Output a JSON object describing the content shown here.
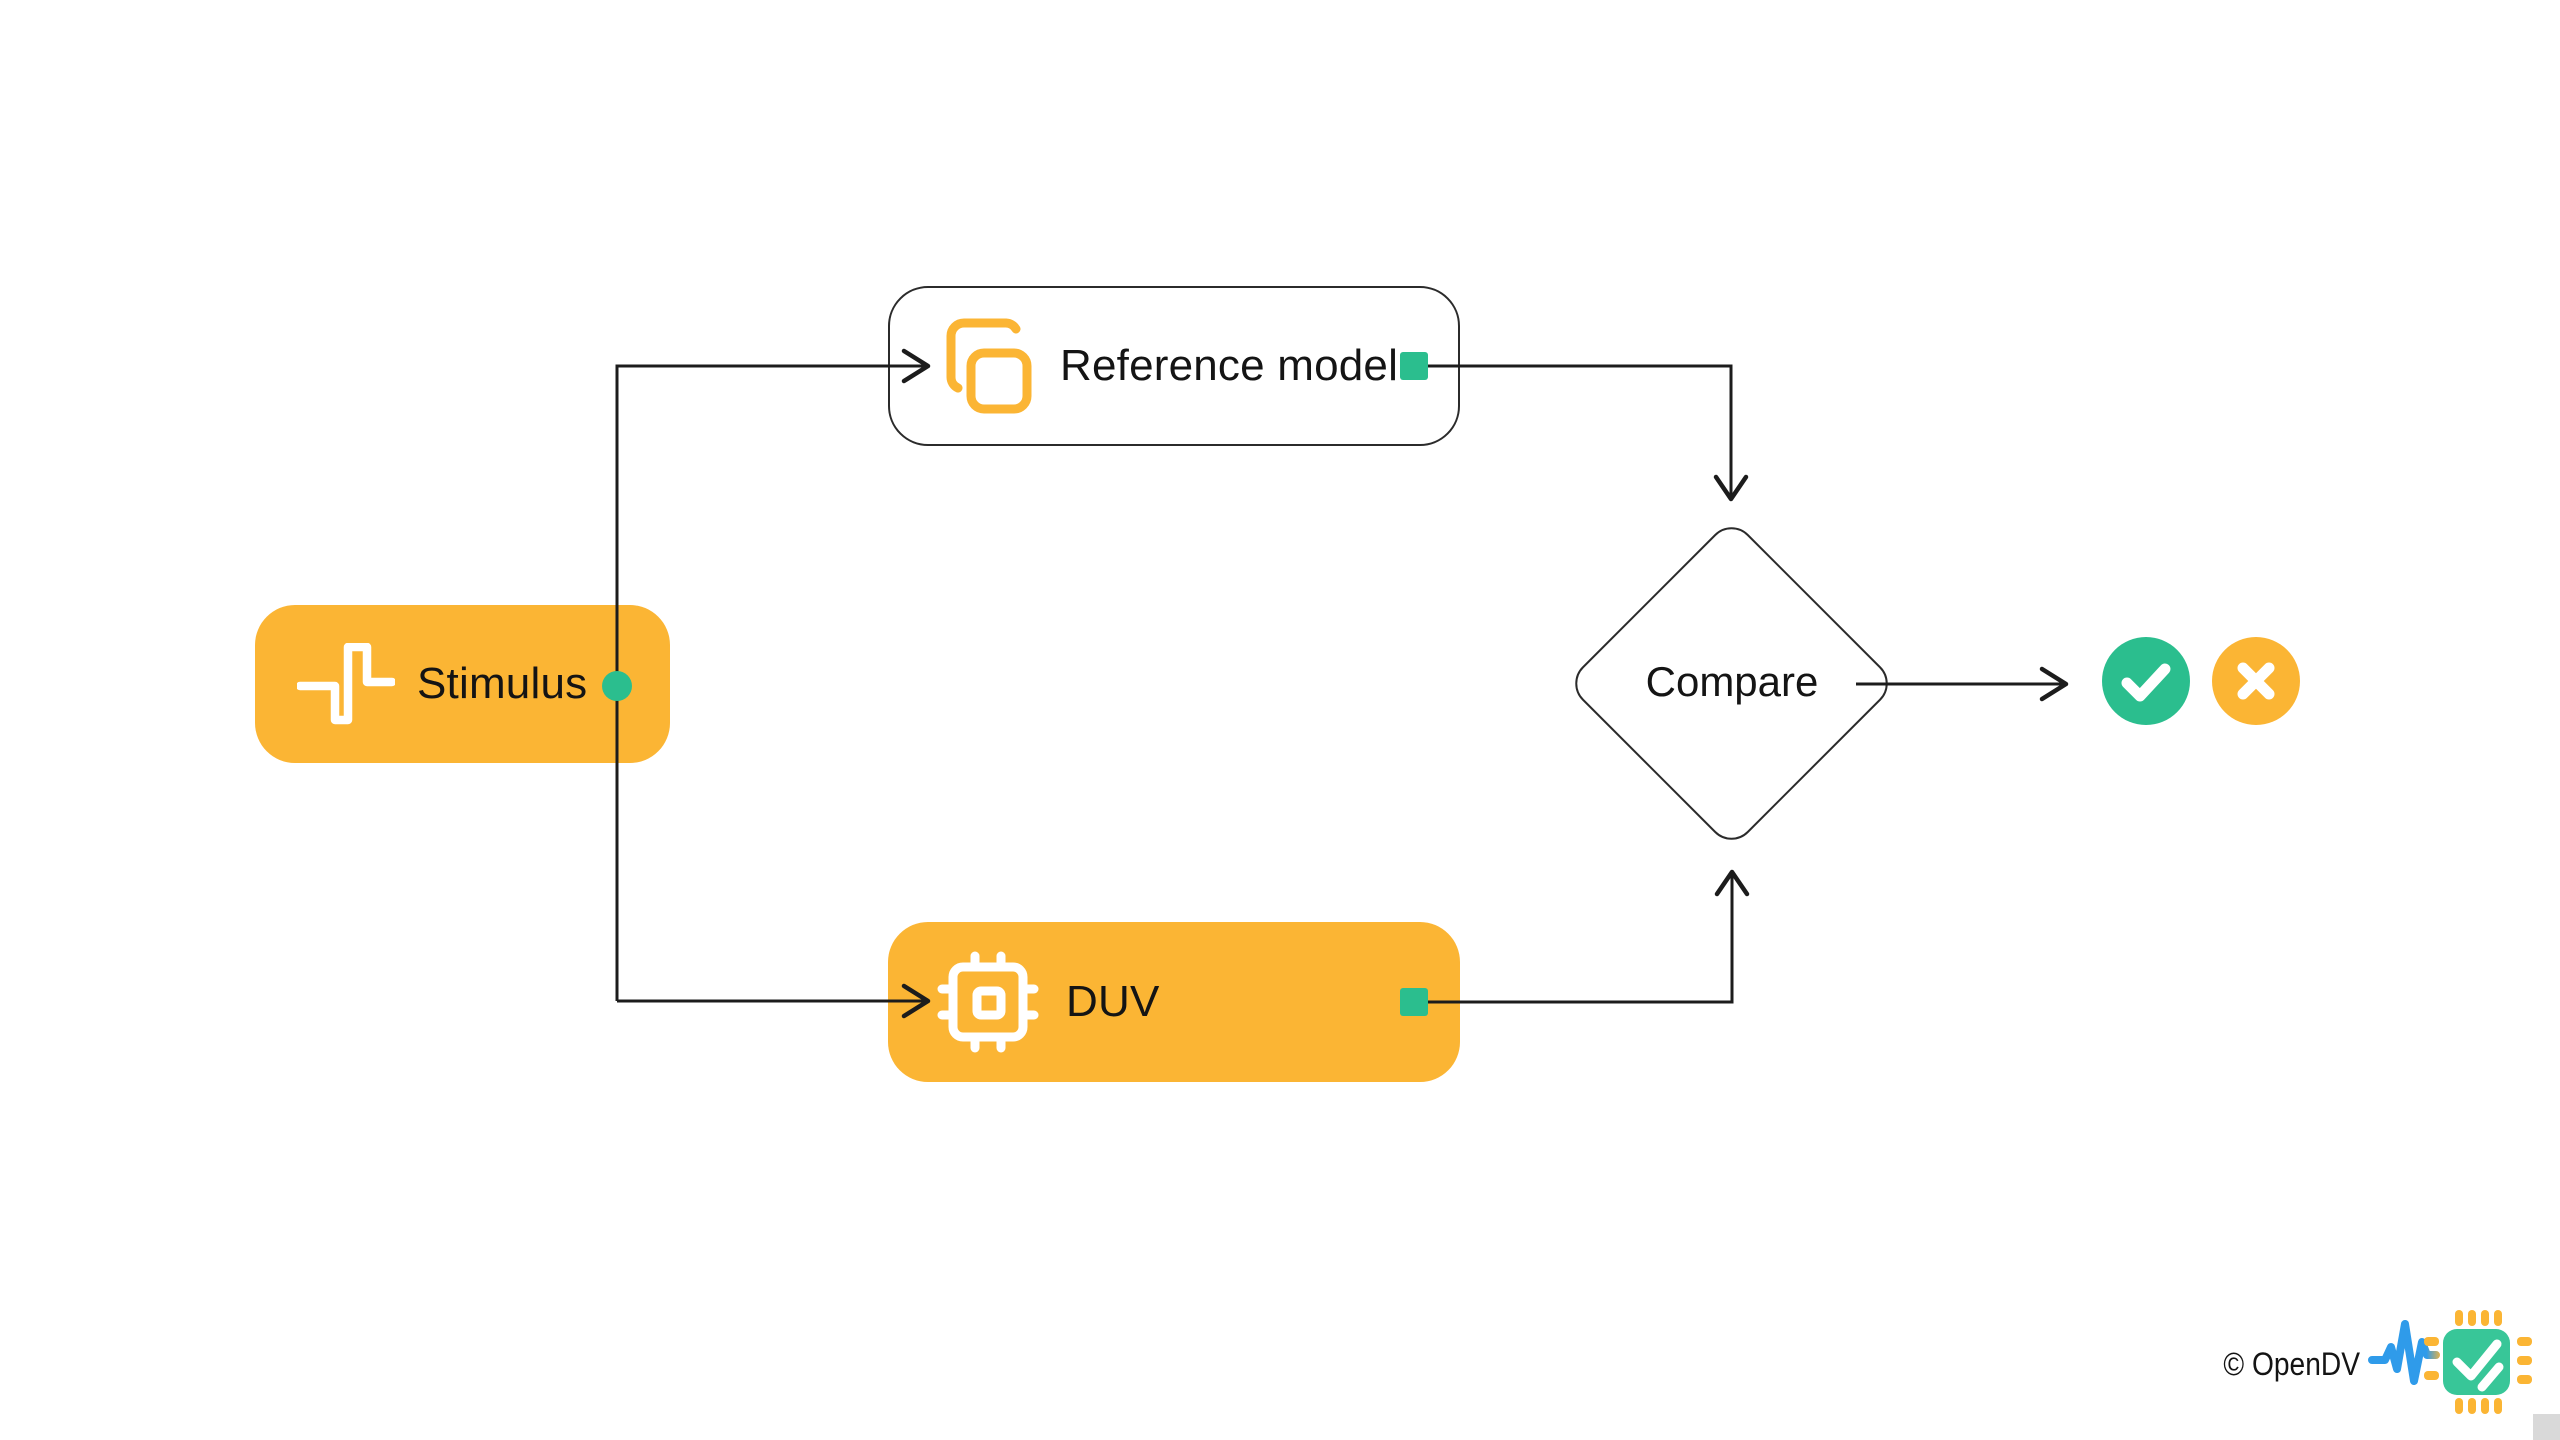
{
  "diagram": {
    "nodes": {
      "stimulus": {
        "label": "Stimulus",
        "icon": "pulse-waveform-icon"
      },
      "reference_model": {
        "label": "Reference model",
        "icon": "copy-squares-icon"
      },
      "duv": {
        "label": "DUV",
        "icon": "chip-icon"
      },
      "compare": {
        "label": "Compare"
      },
      "pass": {
        "icon": "check-icon"
      },
      "fail": {
        "icon": "x-icon"
      }
    },
    "footer": {
      "copyright": "© OpenDV",
      "logo": "opendv-waveform-chip-logo"
    },
    "colors": {
      "amber": "#FBB534",
      "green": "#2BBE8E",
      "logo_green": "#38C698",
      "logo_blue": "#2F9BEA",
      "line": "#1C1C1C",
      "border": "#2B2B2B",
      "text": "#141414",
      "corner_grey": "#D9D9D9",
      "bg": "#FFFFFF"
    }
  }
}
